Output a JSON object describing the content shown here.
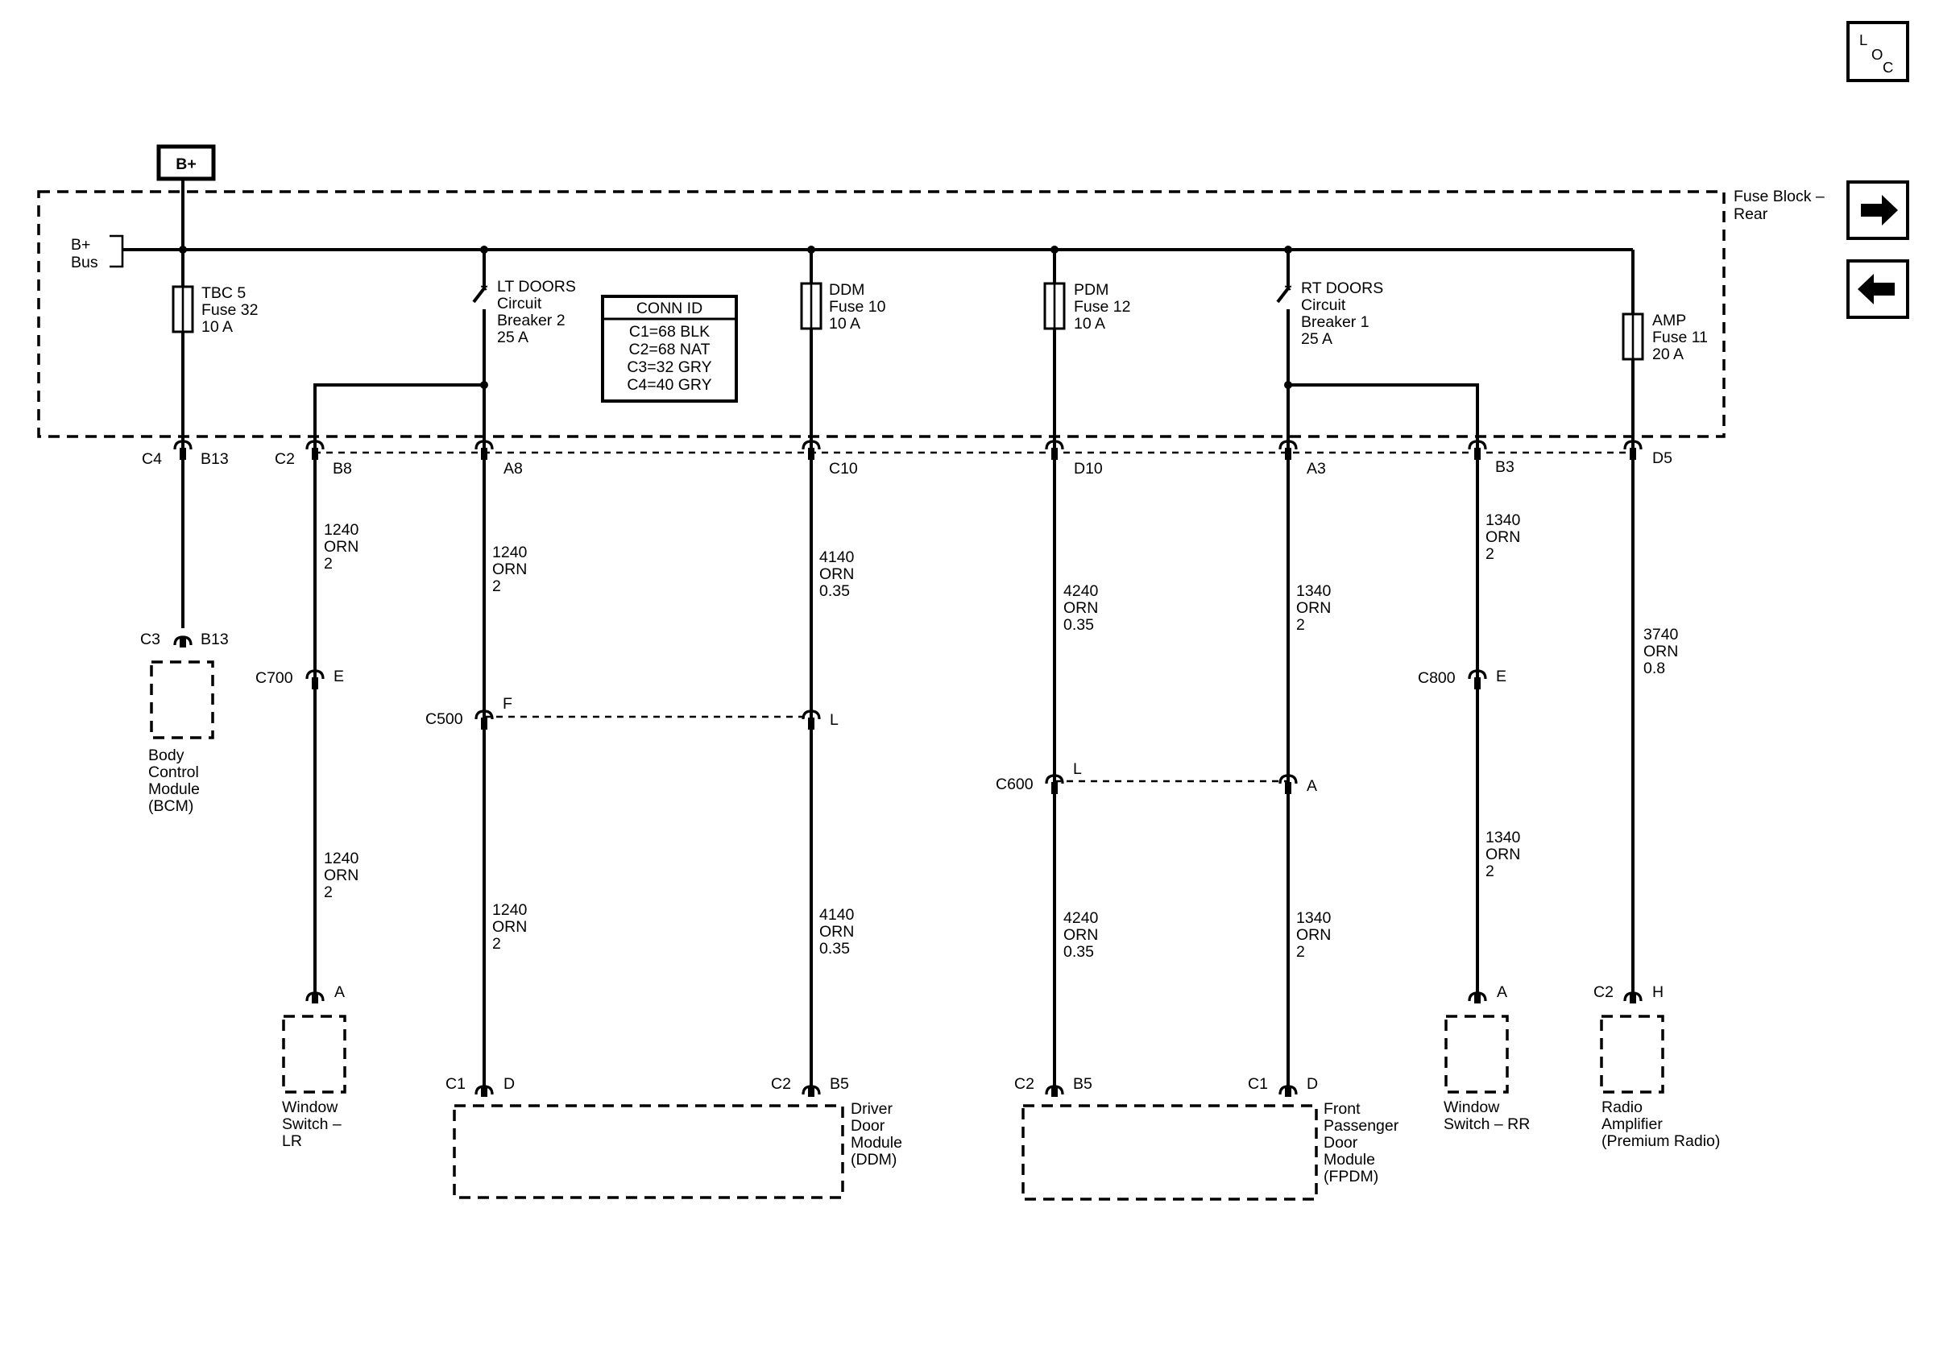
{
  "bplus_label": "B+",
  "fuse_block": [
    "Fuse Block –",
    "Rear"
  ],
  "bus_label": [
    "B+",
    "Bus"
  ],
  "conn_id": {
    "title": "CONN ID",
    "rows": [
      "C1=68 BLK",
      "C2=68 NAT",
      "C3=32 GRY",
      "C4=40 GRY"
    ]
  },
  "nav": {
    "loc": [
      "L",
      "O",
      "C"
    ]
  },
  "fuses": {
    "tbc": [
      "TBC 5",
      "Fuse 32",
      "10 A"
    ],
    "ddm": [
      "DDM",
      "Fuse 10",
      "10 A"
    ],
    "pdm": [
      "PDM",
      "Fuse 12",
      "10 A"
    ],
    "amp": [
      "AMP",
      "Fuse 11",
      "20 A"
    ]
  },
  "breakers": {
    "lt": [
      "LT DOORS",
      "Circuit",
      "Breaker 2",
      "25 A"
    ],
    "rt": [
      "RT DOORS",
      "Circuit",
      "Breaker 1",
      "25 A"
    ]
  },
  "connectors": {
    "top": {
      "c4": "C4",
      "b13": "B13",
      "c2": "C2",
      "b8": "B8",
      "a8": "A8",
      "c10": "C10",
      "d10": "D10",
      "a3": "A3",
      "b3": "B3",
      "d5": "D5"
    },
    "c3": "C3",
    "c3_pin": "B13",
    "c700": "C700",
    "c700_pin": "E",
    "c500": "C500",
    "c500_f": "F",
    "c500_l": "L",
    "c600": "C600",
    "c600_l": "L",
    "c600_a": "A",
    "c800": "C800",
    "c800_pin": "E",
    "lr_pin": "A",
    "rr_pin": "A",
    "amp_c2": "C2",
    "amp_h": "H",
    "ddm_c1": "C1",
    "ddm_d": "D",
    "ddm_c2": "C2",
    "ddm_b5": "B5",
    "fpdm_c2": "C2",
    "fpdm_b5": "B5",
    "fpdm_c1": "C1",
    "fpdm_d": "D"
  },
  "wires": {
    "w1240_top": [
      "1240",
      "ORN",
      "2"
    ],
    "w1240_lr": [
      "1240",
      "ORN",
      "2"
    ],
    "w1240_a8": [
      "1240",
      "ORN",
      "2"
    ],
    "w1240_ddm": [
      "1240",
      "ORN",
      "2"
    ],
    "w4140_top": [
      "4140",
      "ORN",
      "0.35"
    ],
    "w4140_bot": [
      "4140",
      "ORN",
      "0.35"
    ],
    "w4240_top": [
      "4240",
      "ORN",
      "0.35"
    ],
    "w4240_bot": [
      "4240",
      "ORN",
      "0.35"
    ],
    "w1340_a3": [
      "1340",
      "ORN",
      "2"
    ],
    "w1340_fpdm": [
      "1340",
      "ORN",
      "2"
    ],
    "w1340_b3": [
      "1340",
      "ORN",
      "2"
    ],
    "w1340_rr": [
      "1340",
      "ORN",
      "2"
    ],
    "w3740": [
      "3740",
      "ORN",
      "0.8"
    ]
  },
  "components": {
    "bcm": [
      "Body",
      "Control",
      "Module",
      "(BCM)"
    ],
    "lr": [
      "Window",
      "Switch –",
      "LR"
    ],
    "ddm": [
      "Driver",
      "Door",
      "Module",
      "(DDM)"
    ],
    "fpdm": [
      "Front",
      "Passenger",
      "Door",
      "Module",
      "(FPDM)"
    ],
    "rr": [
      "Window",
      "Switch – RR"
    ],
    "amp": [
      "Radio",
      "Amplifier",
      "(Premium Radio)"
    ]
  }
}
